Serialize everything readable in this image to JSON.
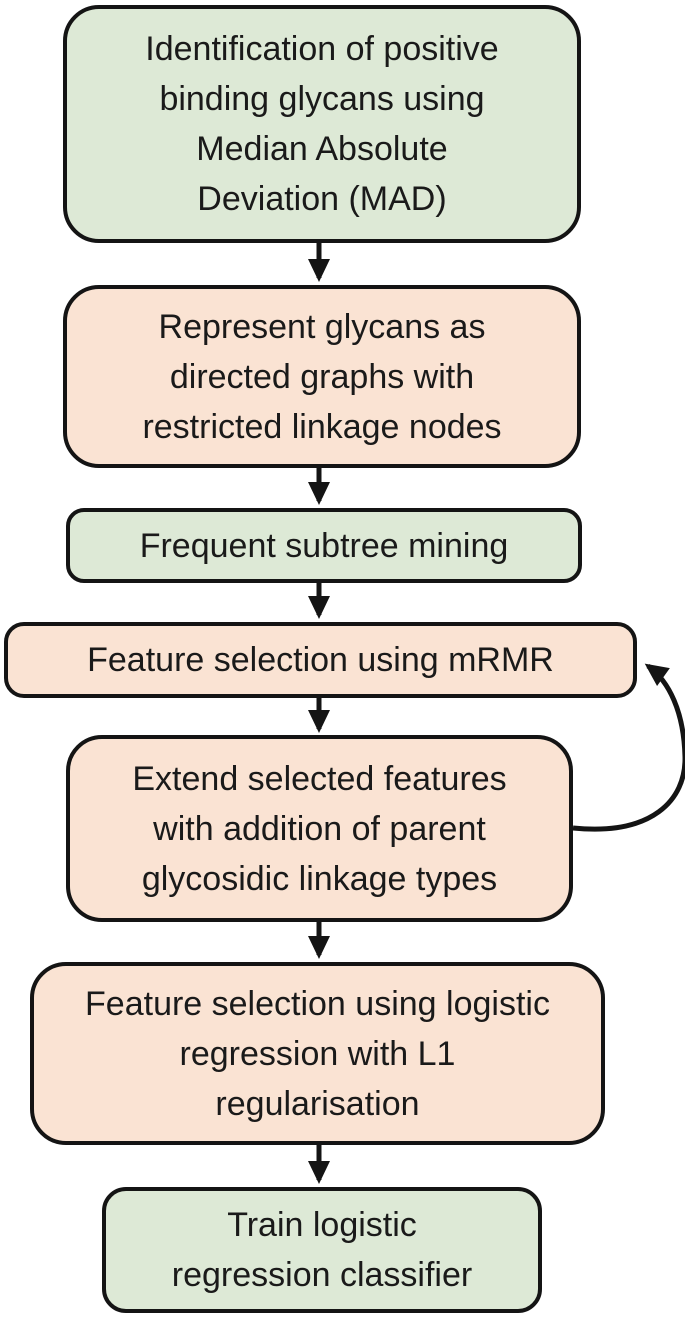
{
  "diagram": {
    "title": "Glycan classifier training pipeline flowchart",
    "colors": {
      "background": "#ffffff",
      "green": "#dde9d6",
      "peach": "#fae3d3",
      "border": "#141414",
      "text": "#1a1a1a",
      "arrow": "#141414"
    },
    "nodes": [
      {
        "id": "mad",
        "variant": "green",
        "label": "Identification of positive\nbinding glycans using\nMedian Absolute\nDeviation (MAD)"
      },
      {
        "id": "graphs",
        "variant": "peach",
        "label": "Represent glycans as\ndirected graphs with\nrestricted linkage nodes"
      },
      {
        "id": "subtree",
        "variant": "green",
        "label": "Frequent subtree mining"
      },
      {
        "id": "mrmr",
        "variant": "peach",
        "label": "Feature selection using mRMR"
      },
      {
        "id": "extend",
        "variant": "peach",
        "label": "Extend selected features\nwith addition of parent\nglycosidic linkage types"
      },
      {
        "id": "l1",
        "variant": "peach",
        "label": "Feature selection using logistic\nregression with L1\nregularisation"
      },
      {
        "id": "train",
        "variant": "green",
        "label": "Train logistic\nregression classifier"
      }
    ],
    "edges": [
      {
        "from": "mad",
        "to": "graphs",
        "type": "down"
      },
      {
        "from": "graphs",
        "to": "subtree",
        "type": "down"
      },
      {
        "from": "subtree",
        "to": "mrmr",
        "type": "down"
      },
      {
        "from": "mrmr",
        "to": "extend",
        "type": "down"
      },
      {
        "from": "extend",
        "to": "mrmr",
        "type": "feedback"
      },
      {
        "from": "extend",
        "to": "l1",
        "type": "down"
      },
      {
        "from": "l1",
        "to": "train",
        "type": "down"
      }
    ]
  }
}
